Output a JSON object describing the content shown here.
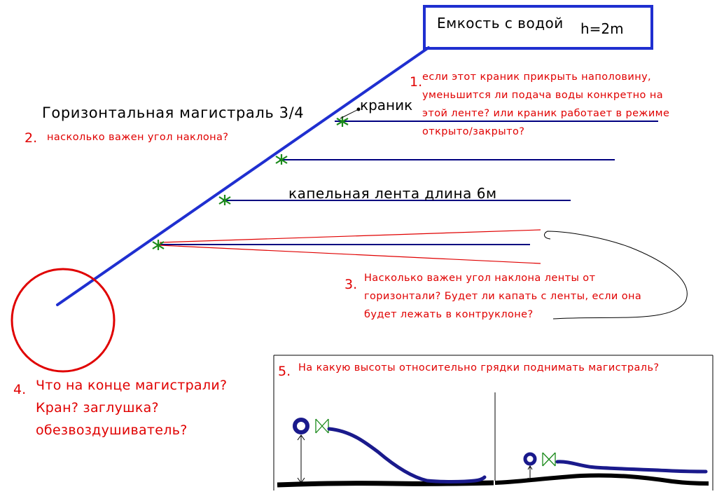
{
  "tank": {
    "label": "Емкость с водой",
    "height": "h=2m"
  },
  "main_line": {
    "label": "Горизонтальная магистраль 3/4"
  },
  "valve": {
    "label": "краник"
  },
  "tape": {
    "label": "капельная лента длина 6м"
  },
  "questions": [
    {
      "number": "1.",
      "lines": [
        "если этот краник прикрыть наполовину,",
        "уменьшится ли подача воды конкретно на",
        "этой ленте? или краник работает в режиме",
        "открыто/закрыто?"
      ]
    },
    {
      "number": "2.",
      "lines": [
        "насколько важен угол наклона?"
      ]
    },
    {
      "number": "3.",
      "lines": [
        "Насколько важен угол наклона ленты от",
        "горизонтали? Будет ли капать с ленты, если она",
        "будет лежать в контруклоне?"
      ]
    },
    {
      "number": "4.",
      "lines": [
        "Что на конце магистрали?",
        "Кран? заглушка?",
        "обезвоздушиватель?"
      ]
    },
    {
      "number": "5.",
      "lines": [
        "На какую высоты относительно грядки поднимать магистраль?"
      ]
    }
  ],
  "colors": {
    "pipe": "#1f2fd0",
    "tape": "#000080",
    "annotation": "#e00000",
    "valve": "#1a8a1a",
    "inset_pipe": "#1a1a8c"
  }
}
